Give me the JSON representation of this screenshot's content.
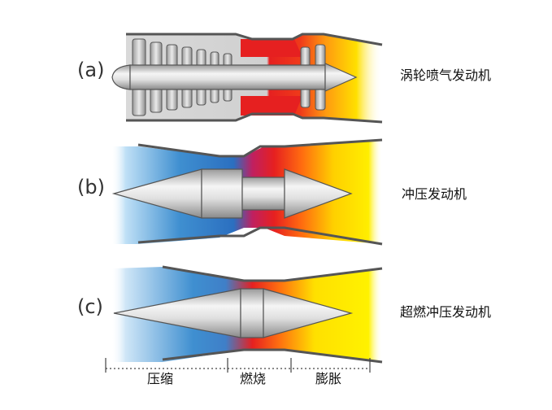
{
  "engines": [
    {
      "letter": "(a)",
      "name": "涡轮喷气发动机",
      "kind": "turbojet"
    },
    {
      "letter": "(b)",
      "name": "冲压发动机",
      "kind": "ramjet"
    },
    {
      "letter": "(c)",
      "name": "超燃冲压发动机",
      "kind": "scramjet"
    }
  ],
  "zones": [
    {
      "label": "压缩",
      "color": "#3f8fd0"
    },
    {
      "label": "燃烧",
      "color": "#e62020"
    },
    {
      "label": "膨胀",
      "color": "#ffe000"
    }
  ],
  "colors": {
    "intake_light": "#dff0fb",
    "compression_blue": "#3f8fd0",
    "combustion_red": "#e62020",
    "exhaust_yellow": "#ffe000",
    "metal_light": "#f2f2f2",
    "metal_dark": "#8c8c8c",
    "casing": "#555555"
  }
}
